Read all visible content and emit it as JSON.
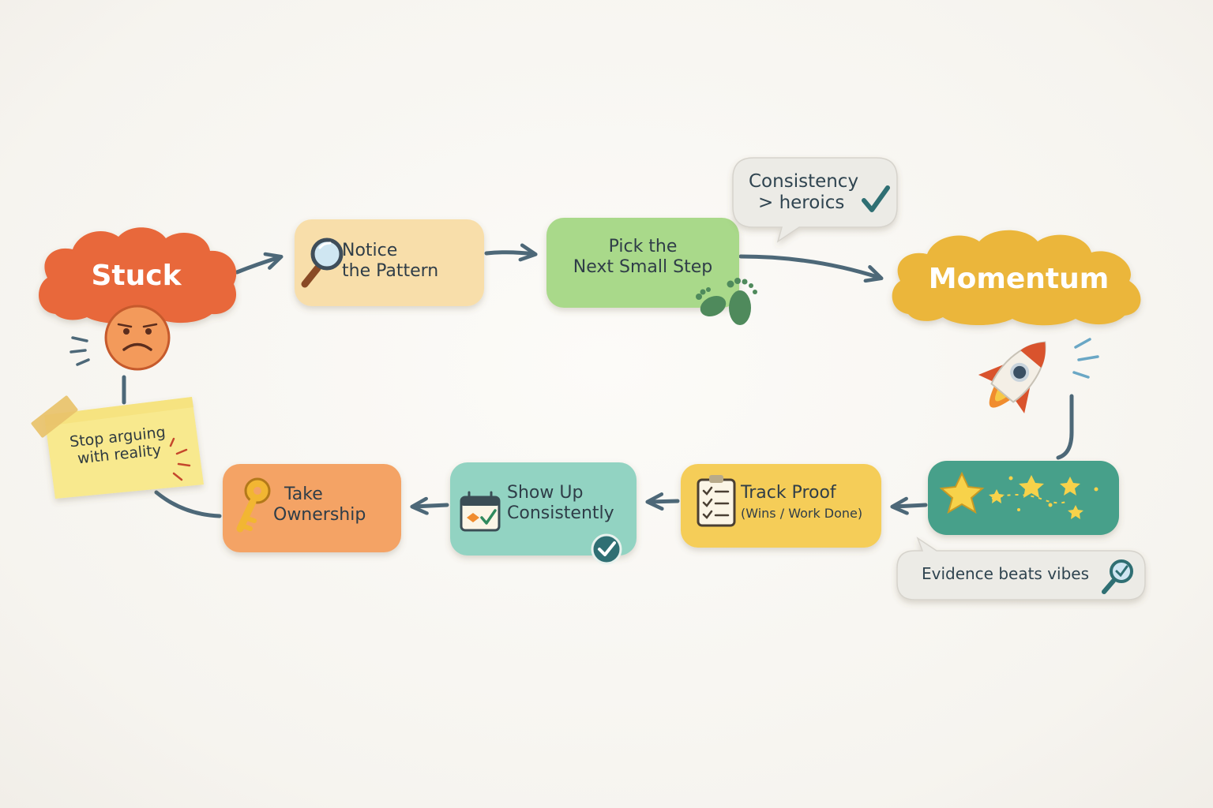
{
  "start": {
    "label": "Stuck"
  },
  "end": {
    "label": "Momentum"
  },
  "steps": [
    {
      "line1": "Notice",
      "line2": "the Pattern"
    },
    {
      "line1": "Pick the",
      "line2": "Next Small Step"
    },
    {
      "line1": "Track Proof",
      "line2": "(Wins / Work Done)"
    },
    {
      "line1": "Show Up",
      "line2": "Consistently"
    },
    {
      "line1": "Take",
      "line2": "Ownership"
    }
  ],
  "notes": {
    "consistency": {
      "line1": "Consistency",
      "line2": "> heroics"
    },
    "evidence": {
      "text": "Evidence beats vibes"
    },
    "sticky": {
      "line1": "Stop arguing",
      "line2": "with reality"
    }
  },
  "colors": {
    "stuck": "#e8683a",
    "momentum": "#ebb63a",
    "notice": "#f8deaa",
    "pick": "#a9d98a",
    "track": "#f5cd58",
    "show": "#92d3c2",
    "take": "#f4a365",
    "stars": "#46a08a",
    "sticky": "#f8e98e",
    "arrow": "#4d6878"
  },
  "icons": [
    "magnifier-icon",
    "footprints-icon",
    "rocket-icon",
    "stars-icon",
    "checklist-icon",
    "calendar-check-icon",
    "check-badge-icon",
    "key-icon",
    "sad-face-icon",
    "tape-icon"
  ]
}
